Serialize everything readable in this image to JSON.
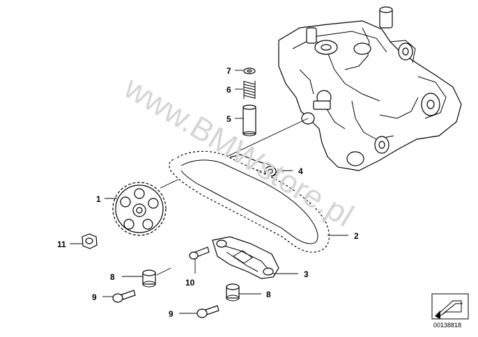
{
  "watermark": "www.BMWstore.pl",
  "diagram_id": "00138818",
  "callouts": [
    {
      "key": "c7",
      "label": "7",
      "part": "washer"
    },
    {
      "key": "c6",
      "label": "6",
      "part": "spring"
    },
    {
      "key": "c5",
      "label": "5",
      "part": "sleeve"
    },
    {
      "key": "c4",
      "label": "4",
      "part": "upper-chain-guide"
    },
    {
      "key": "c1",
      "label": "1",
      "part": "sprocket"
    },
    {
      "key": "c2",
      "label": "2",
      "part": "chain"
    },
    {
      "key": "c11",
      "label": "11",
      "part": "nut"
    },
    {
      "key": "c3",
      "label": "3",
      "part": "chain-tensioner-rail"
    },
    {
      "key": "c8a",
      "label": "8",
      "part": "bushing"
    },
    {
      "key": "c10",
      "label": "10",
      "part": "bolt"
    },
    {
      "key": "c9a",
      "label": "9",
      "part": "bolt"
    },
    {
      "key": "c8b",
      "label": "8",
      "part": "bushing"
    },
    {
      "key": "c9b",
      "label": "9",
      "part": "bolt"
    }
  ]
}
